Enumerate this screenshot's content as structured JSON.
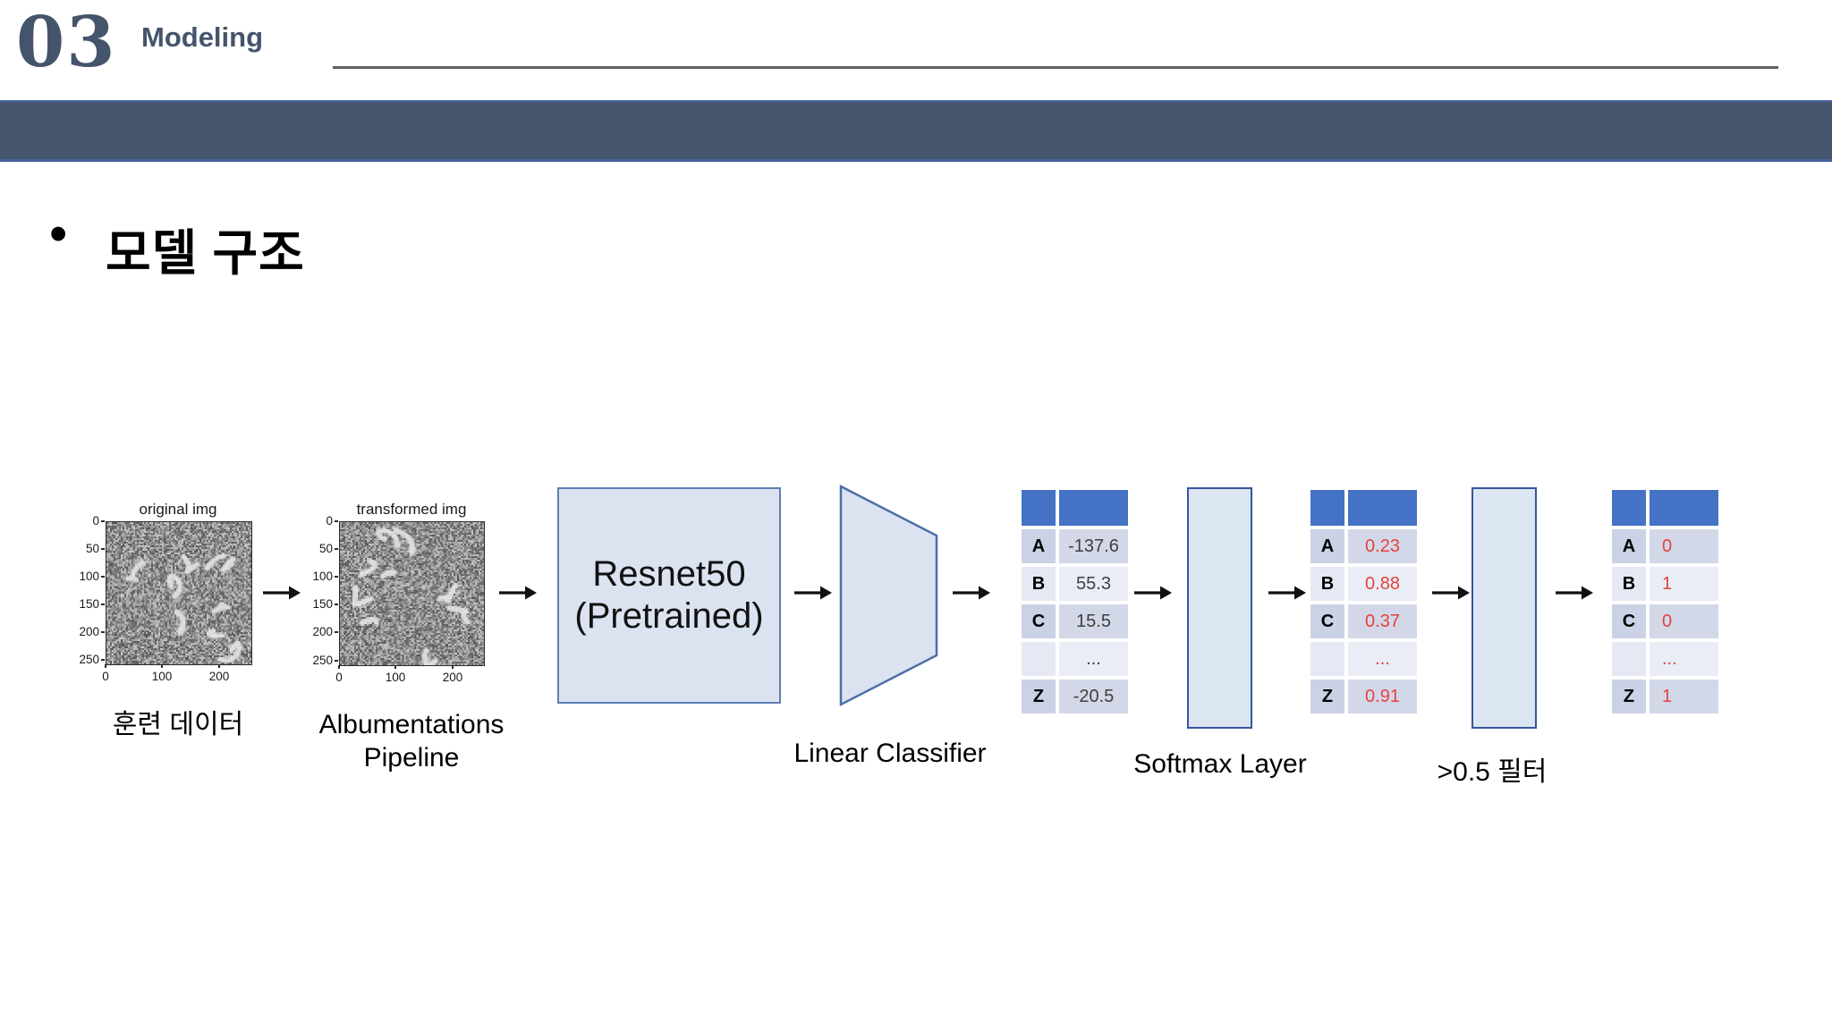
{
  "header": {
    "number": "03",
    "title": "Modeling"
  },
  "title": {
    "bullet": "•",
    "text": "모델 구조"
  },
  "diagram": {
    "plot1": {
      "title": "original img",
      "yticks": [
        "0",
        "50",
        "100",
        "150",
        "200",
        "250"
      ],
      "xticks": [
        "0",
        "100",
        "200"
      ],
      "caption": "훈련 데이터"
    },
    "plot2": {
      "title": "transformed img",
      "yticks": [
        "0",
        "50",
        "100",
        "150",
        "200",
        "250"
      ],
      "xticks": [
        "0",
        "100",
        "200"
      ],
      "caption_line1": "Albumentations",
      "caption_line2": "Pipeline"
    },
    "resnet": {
      "line1": "Resnet50",
      "line2": "(Pretrained)"
    },
    "linear_classifier_label": "Linear Classifier",
    "softmax_label": "Softmax Layer",
    "filter_label": ">0.5 필터",
    "logits_table": {
      "rows": [
        [
          "A",
          "-137.6"
        ],
        [
          "B",
          "55.3"
        ],
        [
          "C",
          "15.5"
        ],
        [
          "",
          "..."
        ],
        [
          "Z",
          "-20.5"
        ]
      ]
    },
    "softmax_table": {
      "rows": [
        [
          "A",
          "0.23"
        ],
        [
          "B",
          "0.88"
        ],
        [
          "C",
          "0.37"
        ],
        [
          "",
          "..."
        ],
        [
          "Z",
          "0.91"
        ]
      ]
    },
    "output_table": {
      "rows": [
        [
          "A",
          "0"
        ],
        [
          "B",
          "1"
        ],
        [
          "C",
          "0"
        ],
        [
          "",
          "..."
        ],
        [
          "Z",
          "1"
        ]
      ]
    }
  },
  "colors": {
    "header_text": "#44546A",
    "band_fill": "#46566e",
    "band_edge": "#44609f",
    "table_header_blue": "#4472C4",
    "row_dark": "#cbd2e5",
    "row_light": "#e6e9f3",
    "value_red": "#e5423d",
    "shape_fill": "#dbe3f1",
    "shape_border": "#5d7eb2",
    "layer_border": "#35569b"
  }
}
